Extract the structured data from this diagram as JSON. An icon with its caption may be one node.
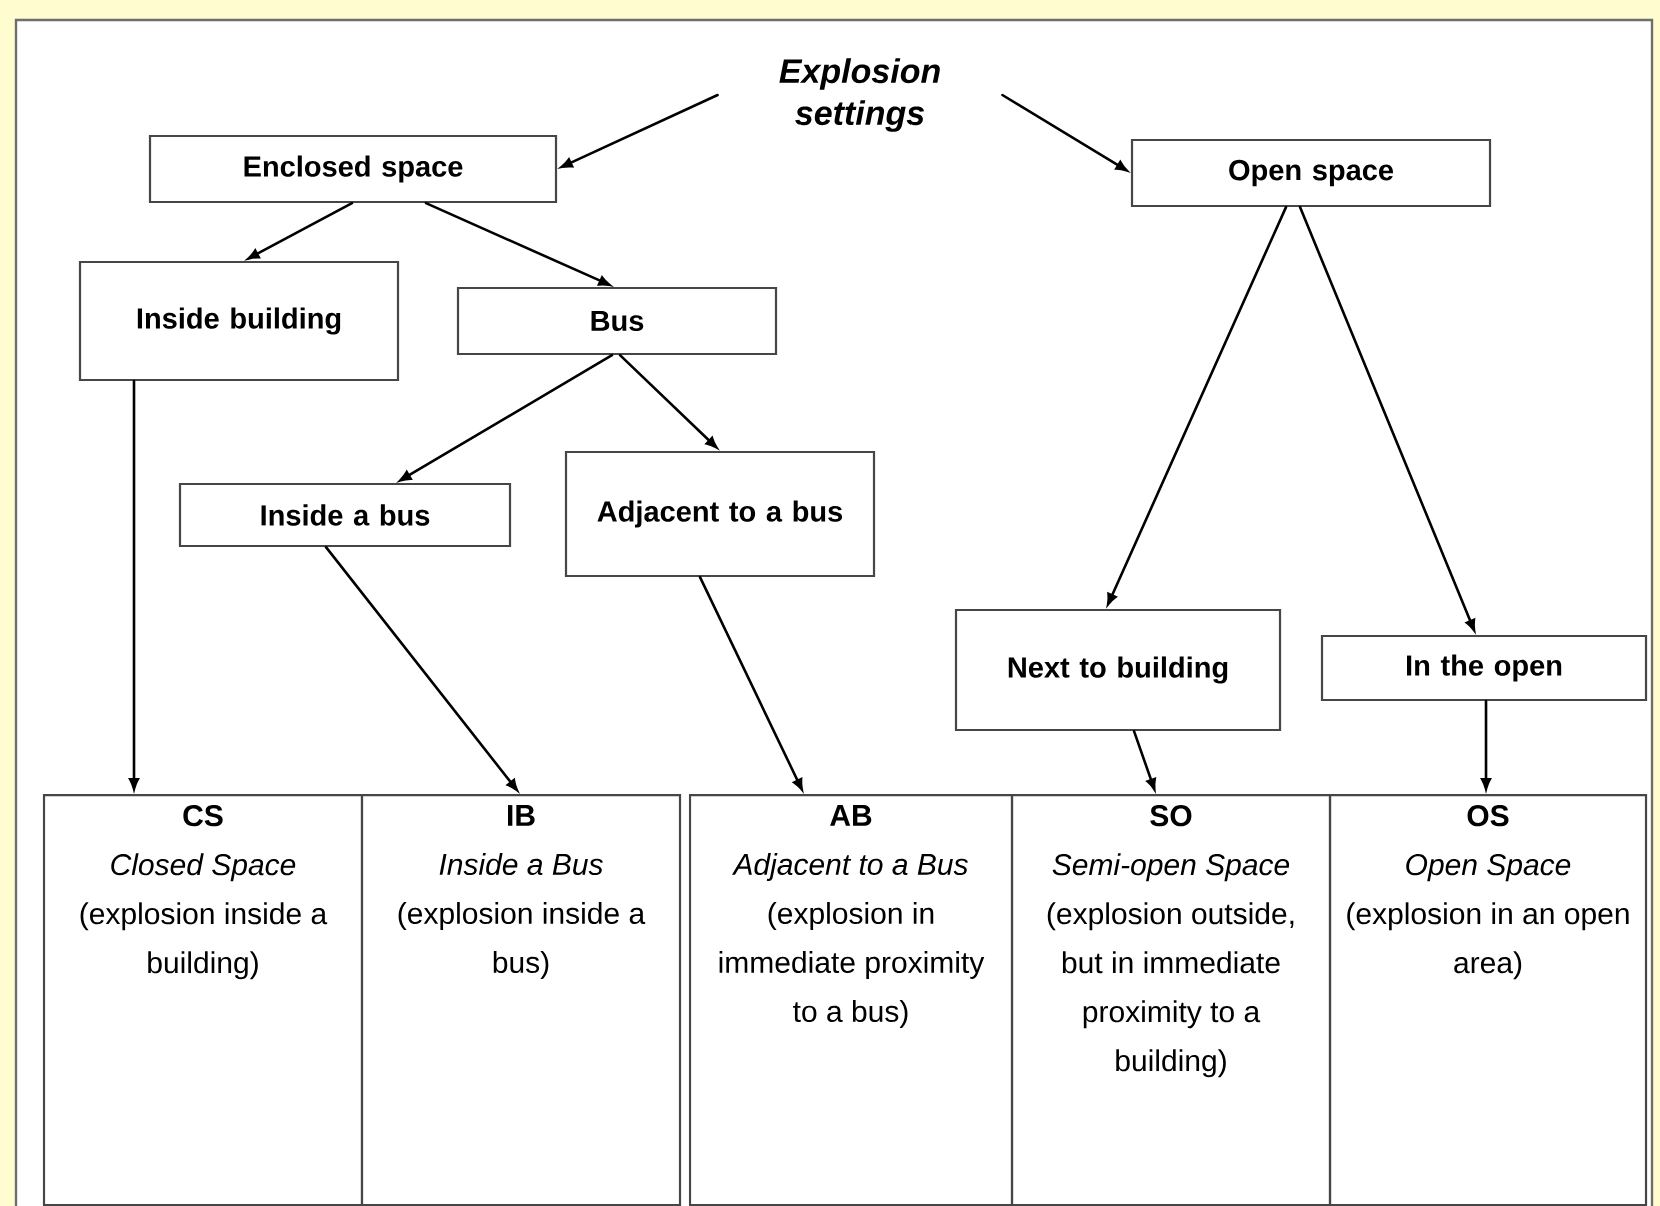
{
  "diagram": {
    "nodes": [
      {
        "text": [
          "Explosion settings"
        ]
      },
      {
        "text": [
          "Enclosed space"
        ]
      },
      {
        "text": [
          "Open space"
        ]
      },
      {
        "text": [
          "Inside building"
        ]
      },
      {
        "text": [
          "Bus"
        ]
      },
      {
        "text": [
          "Inside a bus"
        ]
      },
      {
        "text": [
          "Adjacent to a bus"
        ]
      },
      {
        "text": [
          "Next to building"
        ]
      },
      {
        "text": [
          "In the open"
        ]
      },
      {
        "text": [
          "CS",
          "Closed Space",
          "(explosion inside a building)"
        ]
      },
      {
        "text": [
          "IB",
          "Inside a Bus",
          "(explosion inside a bus)"
        ]
      },
      {
        "text": [
          "AB",
          "Adjacent to a Bus",
          "(explosion in immediate proximity to a bus)"
        ]
      },
      {
        "text": [
          "SO",
          "Semi-open Space",
          "(explosion outside, but in immediate proximity to a building)"
        ]
      },
      {
        "text": [
          "OS",
          "Open Space",
          "(explosion in an open area)"
        ]
      }
    ],
    "edges": [
      {
        "from": 0,
        "to": 1,
        "arrow": "to"
      },
      {
        "from": 0,
        "to": 2,
        "arrow": "to"
      },
      {
        "from": 1,
        "to": 3,
        "arrow": "to"
      },
      {
        "from": 1,
        "to": 4,
        "arrow": "to"
      },
      {
        "from": 4,
        "to": 5,
        "arrow": "to"
      },
      {
        "from": 4,
        "to": 6,
        "arrow": "to"
      },
      {
        "from": 2,
        "to": 7,
        "arrow": "to"
      },
      {
        "from": 2,
        "to": 8,
        "arrow": "to"
      },
      {
        "from": 3,
        "to": 9,
        "arrow": "to"
      },
      {
        "from": 5,
        "to": 10,
        "arrow": "to"
      },
      {
        "from": 6,
        "to": 11,
        "arrow": "to"
      },
      {
        "from": 7,
        "to": 12,
        "arrow": "to"
      },
      {
        "from": 8,
        "to": 13,
        "arrow": "to"
      }
    ]
  }
}
